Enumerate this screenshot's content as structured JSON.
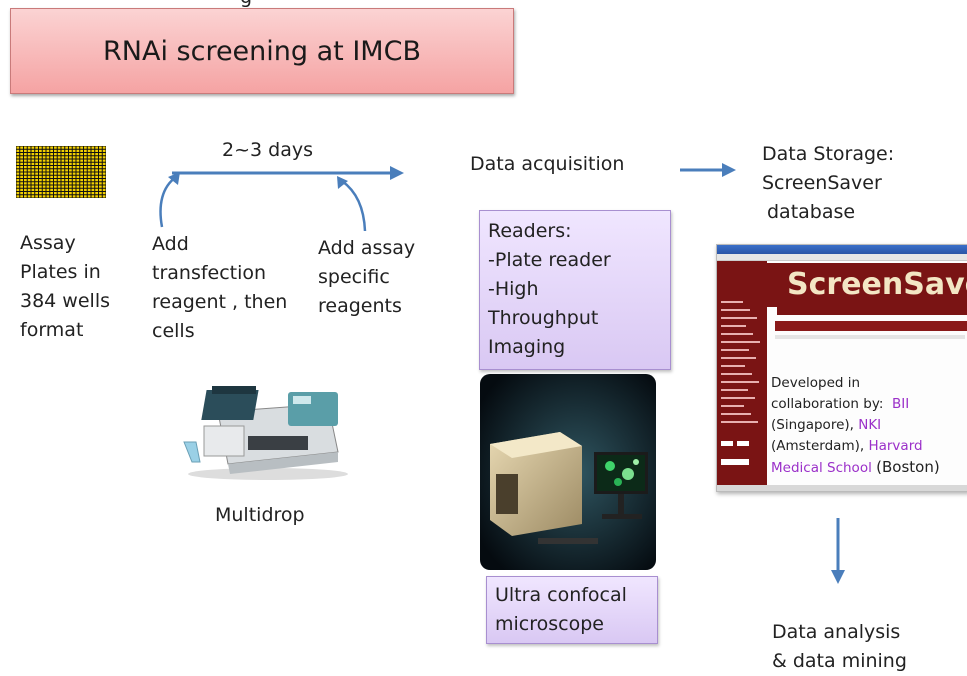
{
  "title": "RNAi screening at IMCB",
  "top_cut_text": "g",
  "timeline": {
    "duration": "2~3 days",
    "step1": [
      "Add",
      "transfection",
      "reagent , then",
      "cells"
    ],
    "step2": [
      "Add assay",
      "specific",
      "reagents"
    ]
  },
  "plates": {
    "lines": [
      "Assay",
      "Plates in",
      "384 wells",
      "format"
    ],
    "color": "#f2d000"
  },
  "multidrop_label": "Multidrop",
  "acquisition_label": "Data acquisition",
  "readers": {
    "lines": [
      "Readers:",
      "-Plate reader",
      "-High",
      "Throughput",
      "Imaging"
    ]
  },
  "confocal": {
    "lines": [
      "Ultra confocal",
      "microscope"
    ]
  },
  "storage": {
    "lines": [
      "Data Storage:",
      "ScreenSaver",
      "database"
    ]
  },
  "screensaver": {
    "logo": "ScreenSaver",
    "developed_lines": [
      "Developed in",
      "collaboration by:"
    ],
    "bii": "BII",
    "singapore": "(Singapore),",
    "nki": "NKI",
    "amsterdam": "(Amsterdam),",
    "harvard": "Harvard",
    "medical": "Medical School",
    "boston": "(Boston)",
    "brand_color": "#7a1414",
    "link_color": "#9b30c9"
  },
  "analysis": {
    "lines": [
      "Data analysis",
      "& data mining"
    ]
  },
  "arrow_color": "#4a7ebb"
}
